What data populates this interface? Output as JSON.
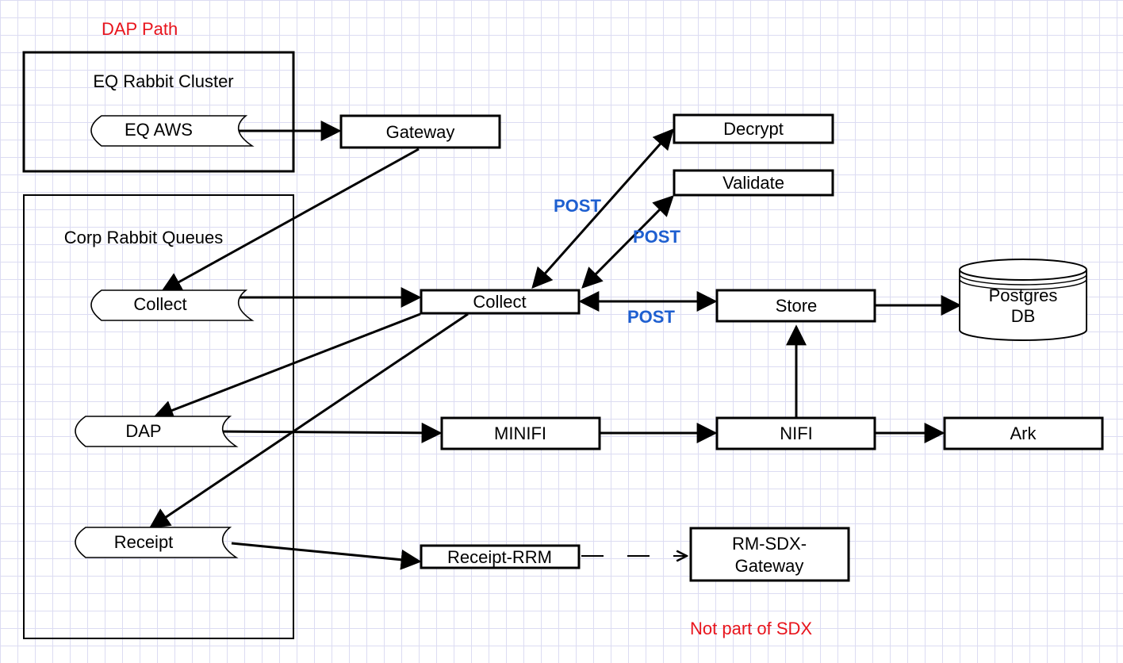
{
  "title": "DAP Path",
  "footnote": "Not part of SDX",
  "groups": {
    "eq_cluster": "EQ Rabbit Cluster",
    "corp_queues": "Corp Rabbit Queues"
  },
  "queues": {
    "eq_aws": "EQ AWS",
    "collect": "Collect",
    "dap": "DAP",
    "receipt": "Receipt"
  },
  "services": {
    "gateway": "Gateway",
    "decrypt": "Decrypt",
    "validate": "Validate",
    "collect": "Collect",
    "store": "Store",
    "minifi": "MINIFI",
    "nifi": "NIFI",
    "ark": "Ark",
    "receipt_rrm": "Receipt-RRM",
    "rm_sdx_gateway_line1": "RM-SDX-",
    "rm_sdx_gateway_line2": "Gateway"
  },
  "database": {
    "line1": "Postgres",
    "line2": "DB"
  },
  "edge_labels": {
    "post_decrypt": "POST",
    "post_validate": "POST",
    "post_store": "POST"
  }
}
